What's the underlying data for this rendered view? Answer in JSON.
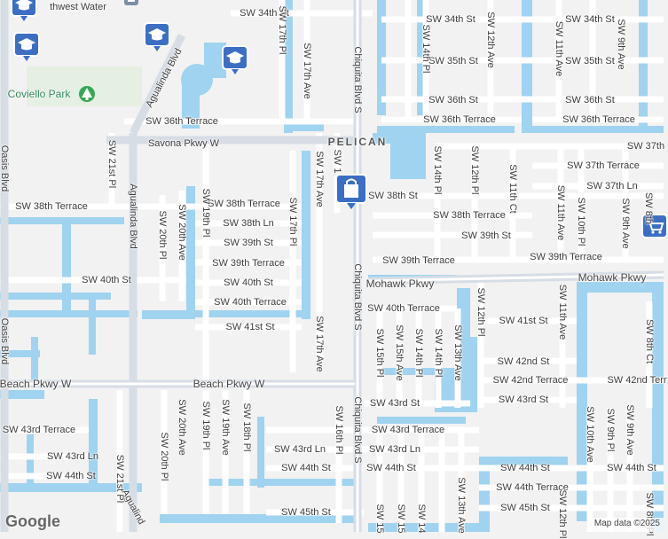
{
  "map": {
    "attribution": "Map data ©2025",
    "logo": "Google"
  },
  "pois": {
    "school_label": "thwest Water",
    "park_label": "Coviello Park",
    "area_label": "PELICAN"
  },
  "streets": {
    "sw34th_left": "SW 34th St",
    "sw34th_right": "SW 34th St",
    "sw34th_far": "SW 34th St",
    "sw35th_mid": "SW 35th St",
    "sw35th_right": "SW 35th St",
    "sw36th_mid": "SW 36th St",
    "sw36th_right": "SW 36th St",
    "sw36ter_left": "SW 36th Terrace",
    "sw36ter_mid": "SW 36th Terrace",
    "sw36ter_right": "SW 36th Terrace",
    "savona": "Savona Pkwy W",
    "sw37th_partial": "SW 37th",
    "sw37ter_right": "SW 37th Terrace",
    "sw37ln": "SW 37th Ln",
    "sw38th_st": "SW 38th St",
    "sw38ter_left": "SW 38th Terrace",
    "sw38ter_mid": "SW 38th Terrace",
    "sw38ter_right": "SW 38th Terrace",
    "sw38ln": "SW 38th Ln",
    "sw39th_mid": "SW 39th St",
    "sw39th_right": "SW 39th St",
    "sw39ter_mid": "SW 39th Terrace",
    "sw39ter_right1": "SW 39th Terrace",
    "sw39ter_right2": "SW 39th Terrace",
    "mohawk1": "Mohawk Pkwy",
    "mohawk2": "Mohawk Pkwy",
    "sw40th_left": "SW 40th St",
    "sw40th_mid": "SW 40th St",
    "sw40ter_mid": "SW 40th Terrace",
    "sw40ter_right": "SW 40th Terrace",
    "sw41st_mid": "SW 41st St",
    "sw41st_right": "SW 41st St",
    "sw42nd_right": "SW 42nd St",
    "sw42ter_right": "SW 42nd Terrace",
    "sw42ter_far": "SW 42nd Terr",
    "beach1": "Beach Pkwy W",
    "beach2": "Beach Pkwy W",
    "sw43rd_mid": "SW 43rd St",
    "sw43rd_right": "SW 43rd St",
    "sw43ter_left": "SW 43rd Terrace",
    "sw43ter_mid": "SW 43rd Terrace",
    "sw43ln_left": "SW 43rd Ln",
    "sw43ln_mid": "SW 43rd Ln",
    "sw43ln_right": "SW 43rd Ln",
    "sw44th_left": "SW 44th St",
    "sw44th_mid": "SW 44th St",
    "sw44th_right1": "SW 44th St",
    "sw44th_right2": "SW 44th St",
    "sw44th_right3": "SW 44th St",
    "sw44ter": "SW 44th Terrace",
    "sw45th_mid": "SW 45th St",
    "sw45th_right": "SW 45th St",
    "sw17pl_top": "SW 17th Pl",
    "sw17ave_top": "SW 17th Ave",
    "chiquita_top": "Chiquita Blvd S",
    "chiquita_mid": "Chiquita Blvd S",
    "chiquita_bot": "Chiquita Blvd S",
    "sw14pl_top": "SW 14th Pl",
    "sw12ave_top": "SW 12th Ave",
    "sw11ave_top": "SW 11th Ave",
    "sw9ave_top": "SW 9th Ave",
    "sw14pl_mid": "SW 14th Pl",
    "sw12pl_mid": "SW 12th Pl",
    "sw11ct": "SW 11th Ct",
    "sw11ave_mid": "SW 11th Ave",
    "sw10pl": "SW 10th Pl",
    "sw9ave_mid": "SW 9th Ave",
    "sw8_partial": "SW 8th",
    "sw17ave_mid": "SW 17th Ave",
    "sw1_partial": "SW 1",
    "sw17pl_mid": "SW 17th Pl",
    "sw19pl_mid": "SW 19th Pl",
    "sw20ave_mid": "SW 20th Ave",
    "sw20pl_mid": "SW 20th Pl",
    "sw21pl_mid": "SW 21st Pl",
    "agualinda_top": "Agualinda Blvd",
    "agualinda_mid": "Agualinda Blvd",
    "agualinda_bot": "Agualind",
    "oasis_top": "Oasis Blvd",
    "oasis_mid": "Oasis Blvd",
    "sw17ave_low": "SW 17th Ave",
    "sw12pl_low": "SW 12th Pl",
    "sw11ave_low": "SW 11th Ave",
    "sw8ct": "SW 8th Ct",
    "sw15pl_low": "SW 15th Pl",
    "sw15ave_low": "SW 15th Ave",
    "sw14pl_low": "SW 14th Pl",
    "sw13ave_low": "SW 13th Ave",
    "sw10ave_low": "SW 10th Ave",
    "sw9pl_low": "SW 9th Pl",
    "sw9ave_low": "SW 9th Ave",
    "sw8pl_low": "SW 8th Pl",
    "sw20ave_low": "SW 20th Ave",
    "sw19pl_low": "SW 19th Pl",
    "sw19ave_low": "SW 19th Ave",
    "sw18pl_low": "SW 18th Pl",
    "sw20pl_low": "SW 20th Pl",
    "sw21pl_low": "SW 21st Pl",
    "sw16pl_low": "SW 16th Pl",
    "sw15pl_bot": "SW 15",
    "sw15_bot2": "SW 15",
    "sw14_bot": "SW 14",
    "sw13ave_bot": "SW 13th Ave",
    "sw12pl_bot": "SW 12th Pl"
  },
  "markers": [
    {
      "name": "school-icon",
      "kind": "school"
    },
    {
      "name": "school-icon",
      "kind": "school"
    },
    {
      "name": "school-icon",
      "kind": "school"
    },
    {
      "name": "school-icon",
      "kind": "school"
    },
    {
      "name": "shopping-bag-icon",
      "kind": "shopping"
    },
    {
      "name": "shopping-cart-icon",
      "kind": "shopping"
    }
  ],
  "colors": {
    "water": "#9fd3ef",
    "road": "#ffffff",
    "major_road": "#d3dbe3",
    "land": "#f2f2f2",
    "park": "#cfe9c9",
    "marker_bg": "#3c6fc4"
  }
}
